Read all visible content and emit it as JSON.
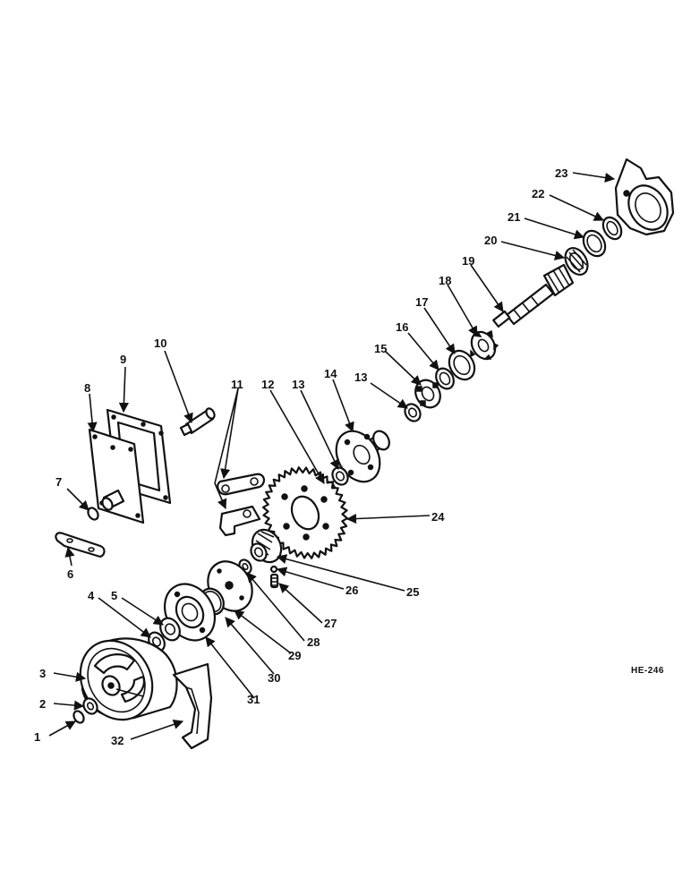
{
  "figure_code": "HE-246",
  "callouts": {
    "c1": "1",
    "c2": "2",
    "c3": "3",
    "c4": "4",
    "c5": "5",
    "c6": "6",
    "c7": "7",
    "c8": "8",
    "c9": "9",
    "c10": "10",
    "c11": "11",
    "c12": "12",
    "c13a": "13",
    "c13b": "13",
    "c14": "14",
    "c15": "15",
    "c16": "16",
    "c17": "17",
    "c18": "18",
    "c19": "19",
    "c20": "20",
    "c21": "21",
    "c22": "22",
    "c23": "23",
    "c24": "24",
    "c25": "25",
    "c26": "26",
    "c27": "27",
    "c28": "28",
    "c29": "29",
    "c30": "30",
    "c31": "31",
    "c32": "32"
  }
}
